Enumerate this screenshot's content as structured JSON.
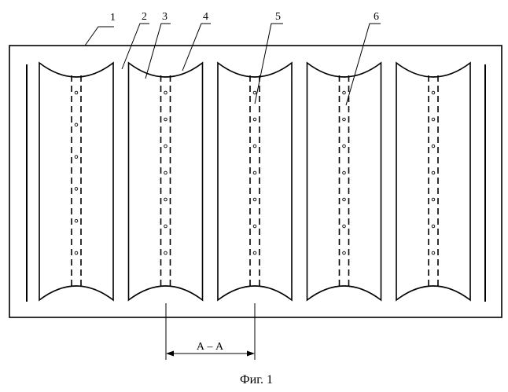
{
  "figure": {
    "caption": "Фиг. 1",
    "section_label": "А – А",
    "callouts": [
      "1",
      "2",
      "3",
      "4",
      "5",
      "6"
    ],
    "panel_count": 5,
    "hole_rows": [
      [
        1,
        1,
        1,
        1,
        1,
        1
      ],
      [
        1,
        1,
        1,
        1,
        1,
        1,
        1
      ],
      [
        1,
        1,
        1,
        1,
        1,
        1,
        1
      ],
      [
        1,
        1,
        1,
        1,
        1,
        1,
        1
      ],
      [
        1,
        1,
        1,
        1,
        1,
        1,
        1
      ]
    ]
  }
}
